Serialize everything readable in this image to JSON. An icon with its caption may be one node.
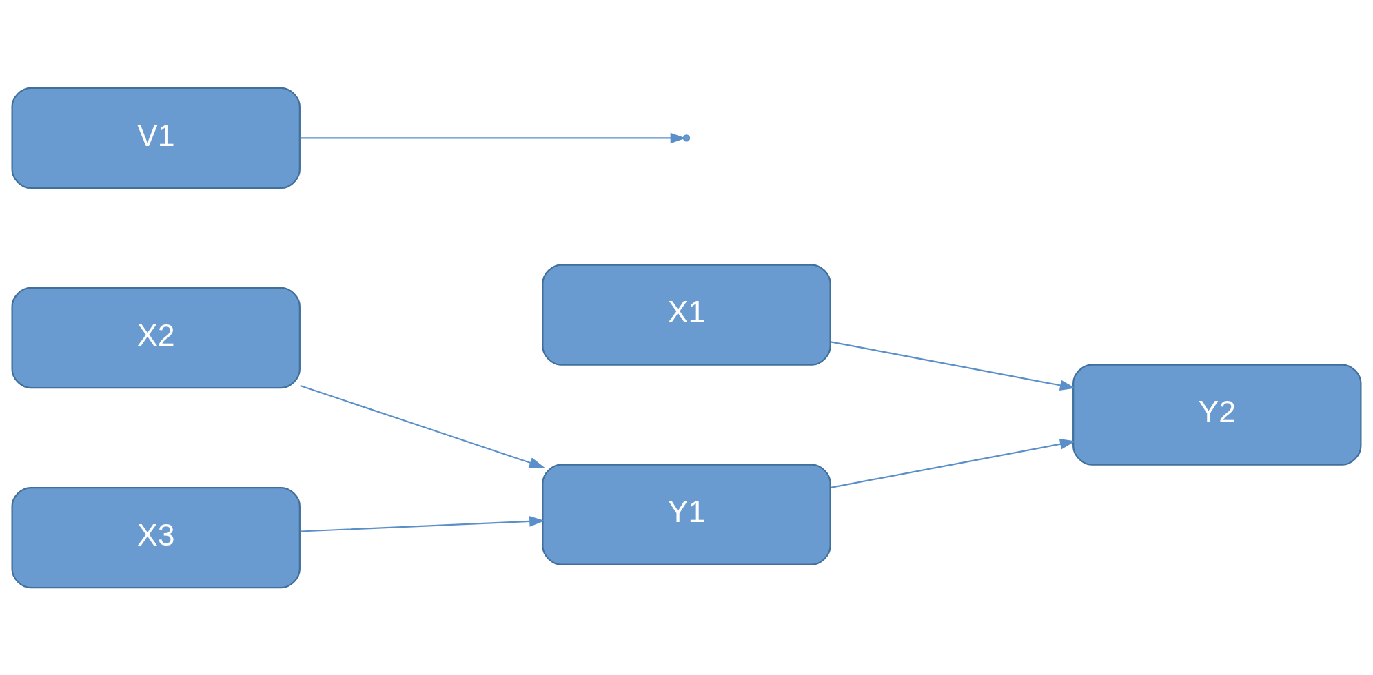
{
  "diagram": {
    "nodes": [
      {
        "text": [
          "X1"
        ]
      },
      {
        "text": [
          "X2"
        ]
      },
      {
        "text": [
          "Y1"
        ]
      },
      {
        "text": [
          "Y2"
        ]
      },
      {
        "text": [
          "X3"
        ]
      },
      {
        "text": [
          "V1"
        ]
      }
    ],
    "edges": [
      {
        "from": 0,
        "to": 3,
        "arrow": "to"
      },
      {
        "from": 1,
        "to": 2,
        "arrow": "to"
      },
      {
        "from": 4,
        "to": 2,
        "arrow": "to"
      },
      {
        "from": 2,
        "to": 3,
        "arrow": "to"
      },
      {
        "from": 5,
        "to": null,
        "arrow": "to"
      }
    ]
  }
}
